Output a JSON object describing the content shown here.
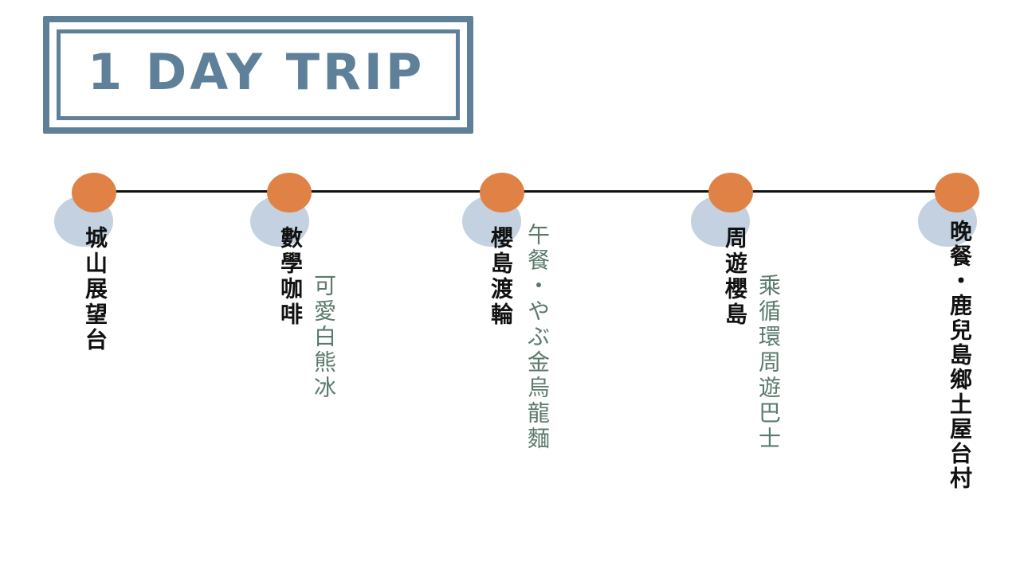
{
  "title": "1 DAY TRIP",
  "colors": {
    "stamp": "#5f8099",
    "dot": "#e08245",
    "dot_shadow": "#c3d1e0",
    "line": "#111111",
    "main_text": "#111111",
    "sub_text": "#5b7a6c"
  },
  "stops": [
    {
      "label": "城山展望台",
      "sub": ""
    },
    {
      "label": "數學咖啡",
      "sub": "可愛白熊冰"
    },
    {
      "label": "櫻島渡輪",
      "sub": "午餐・やぶ金烏龍麵"
    },
    {
      "label": "周遊櫻島",
      "sub": "乘循環周遊巴士"
    },
    {
      "label": "晚餐・鹿兒島鄉土屋台村",
      "sub": ""
    }
  ]
}
